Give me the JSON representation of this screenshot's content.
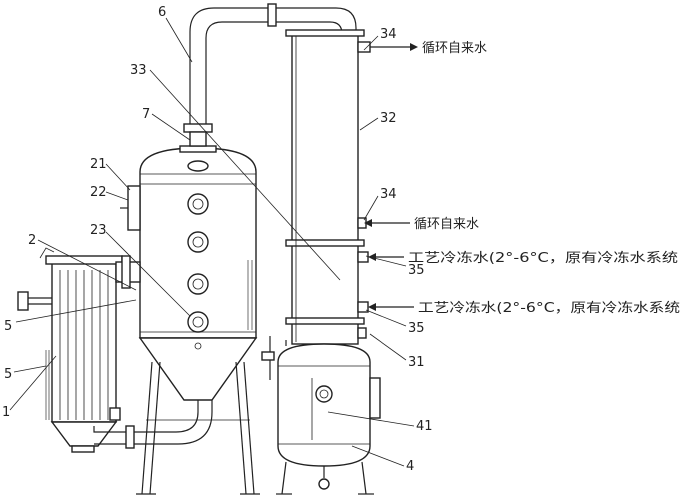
{
  "callouts": {
    "c6": "6",
    "c33": "33",
    "c7": "7",
    "c21": "21",
    "c22": "22",
    "c23": "23",
    "c2": "2",
    "c5a": "5",
    "c5b": "5",
    "c1": "1",
    "c34a": "34",
    "c32": "32",
    "c34b": "34",
    "c35a": "35",
    "c35b": "35",
    "c31": "31",
    "c41": "41",
    "c4": "4"
  },
  "notes": {
    "circ_top": "循环自来水",
    "circ_mid": "循环自来水",
    "chill_a": "工艺冷冻水(2°-6°C，原有冷冻水系统",
    "chill_b": "工艺冷冻水(2°-6°C，原有冷冻水系统"
  }
}
